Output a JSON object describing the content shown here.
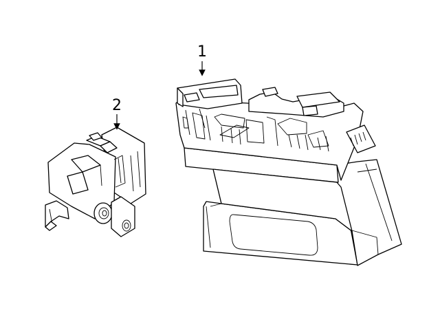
{
  "diagram": {
    "callouts": [
      {
        "id": "part-1",
        "label": "1"
      },
      {
        "id": "part-2",
        "label": "2"
      }
    ]
  }
}
